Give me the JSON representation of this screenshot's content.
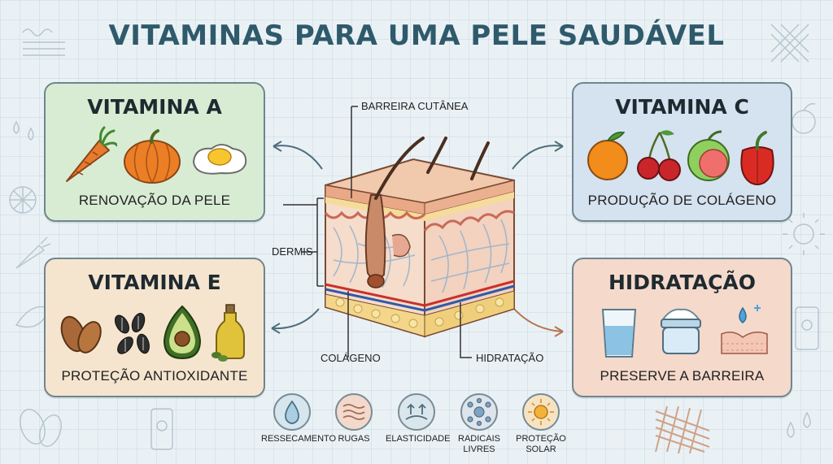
{
  "title": "VITAMINAS PARA UMA PELE SAUDÁVEL",
  "cards": {
    "vitamin_a": {
      "title": "VITAMINA A",
      "caption": "RENOVAÇÃO DA PELE",
      "icons": [
        "carrot-icon",
        "pumpkin-icon",
        "egg-icon"
      ],
      "color": "#d8ecd4"
    },
    "vitamin_c": {
      "title": "VITAMINA C",
      "caption": "PRODUÇÃO DE COLÁGENO",
      "icons": [
        "orange-icon",
        "cherries-icon",
        "guava-icon",
        "bell-pepper-icon"
      ],
      "color": "#d5e2ef"
    },
    "vitamin_e": {
      "title": "VITAMINA E",
      "caption": "PROTEÇÃO ANTIOXIDANTE",
      "icons": [
        "almonds-icon",
        "sunflower-seeds-icon",
        "avocado-icon",
        "olive-oil-icon"
      ],
      "color": "#f5e5cf"
    },
    "hydration": {
      "title": "HIDRATAÇÃO",
      "caption": "PRESERVE A BARREIRA",
      "icons": [
        "water-glass-icon",
        "cream-jar-icon",
        "skin-droplet-icon"
      ],
      "color": "#f5d9cb"
    }
  },
  "skin_labels": {
    "barrier": "BARREIRA CUTÂNEA",
    "dermis": "DERMIS",
    "collagen": "COLÁGENO",
    "hydration": "HIDRATAÇÃO"
  },
  "legend": [
    {
      "label": "RESSECAMENTO",
      "icon": "drop-icon",
      "color": "#d6e6ee"
    },
    {
      "label": "RUGAS",
      "icon": "wrinkle-icon",
      "color": "#f3d9cc"
    },
    {
      "label": "ELASTICIDADE",
      "icon": "elasticity-icon",
      "color": "#d9e7ec"
    },
    {
      "label": "RADICAIS LIVRES",
      "icon": "free-radicals-icon",
      "color": "#dde4ec"
    },
    {
      "label": "PROTEÇÃO SOLAR",
      "icon": "sun-icon",
      "color": "#f6e3c4"
    }
  ]
}
